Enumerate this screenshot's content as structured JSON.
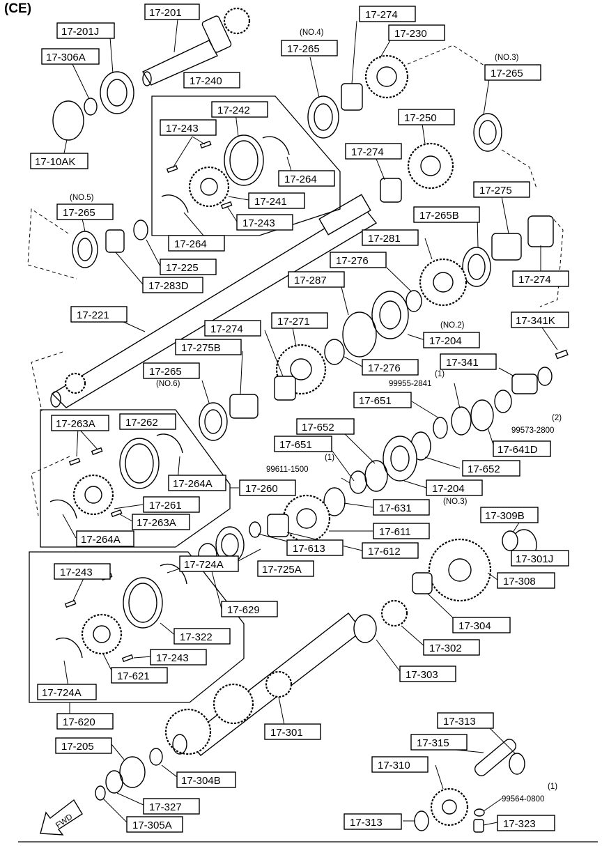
{
  "header": {
    "variant": "(CE)"
  },
  "labels": {
    "p17_201": "17-201",
    "p17_201J": "17-201J",
    "p17_306A": "17-306A",
    "p17_10AK": "17-10AK",
    "p17_240": "17-240",
    "p17_242": "17-242",
    "p17_243_a": "17-243",
    "p17_264_a": "17-264",
    "p17_241": "17-241",
    "p17_243_b": "17-243",
    "p17_264_b": "17-264",
    "p17_265_no4": "17-265",
    "p17_274_a": "17-274",
    "p17_230": "17-230",
    "p17_265_no3": "17-265",
    "p17_250": "17-250",
    "p17_274_b": "17-274",
    "p17_275": "17-275",
    "p17_265B": "17-265B",
    "p17_274_c": "17-274",
    "p17_265_no5": "17-265",
    "p17_225": "17-225",
    "p17_283D": "17-283D",
    "p17_281": "17-281",
    "p17_276_a": "17-276",
    "p17_287": "17-287",
    "p17_204_a": "17-204",
    "p17_341K": "17-341K",
    "p17_221": "17-221",
    "p17_274_d": "17-274",
    "p17_271": "17-271",
    "p17_275B": "17-275B",
    "p17_276_b": "17-276",
    "p17_341": "17-341",
    "p17_265_no6": "17-265",
    "p17_651_a": "17-651",
    "p17_263A_a": "17-263A",
    "p17_262": "17-262",
    "p17_652_a": "17-652",
    "p17_651_b": "17-651",
    "p17_641D": "17-641D",
    "p17_264A_a": "17-264A",
    "p17_652_b": "17-652",
    "p17_260": "17-260",
    "p17_204_b": "17-204",
    "p17_261": "17-261",
    "p17_631": "17-631",
    "p17_263A_b": "17-263A",
    "p17_264A_b": "17-264A",
    "p17_611": "17-611",
    "p17_309B": "17-309B",
    "p17_612": "17-612",
    "p17_613": "17-613",
    "p17_243_c": "17-243",
    "p17_724A_a": "17-724A",
    "p17_725A": "17-725A",
    "p17_301J": "17-301J",
    "p17_629": "17-629",
    "p17_308": "17-308",
    "p17_304": "17-304",
    "p17_322": "17-322",
    "p17_243_d": "17-243",
    "p17_302": "17-302",
    "p17_621": "17-621",
    "p17_303": "17-303",
    "p17_724A_b": "17-724A",
    "p17_620": "17-620",
    "p17_313_a": "17-313",
    "p17_301": "17-301",
    "p17_205": "17-205",
    "p17_315": "17-315",
    "p17_304B": "17-304B",
    "p17_310": "17-310",
    "p17_327": "17-327",
    "p17_313_b": "17-313",
    "p17_323": "17-323",
    "p17_305A": "17-305A"
  },
  "notes": {
    "no4": "(NO.4)",
    "no3_top": "(NO.3)",
    "no5": "(NO.5)",
    "no2": "(NO.2)",
    "no6": "(NO.6)",
    "no3_mid": "(NO.3)",
    "q1_a": "(1)",
    "pn_99955": "99955-2841",
    "q2": "(2)",
    "pn_99573": "99573-2800",
    "q1_b": "(1)",
    "pn_99611": "99611-1500",
    "q1_c": "(1)",
    "pn_99564": "99564-0800"
  },
  "fwd": "FWD"
}
